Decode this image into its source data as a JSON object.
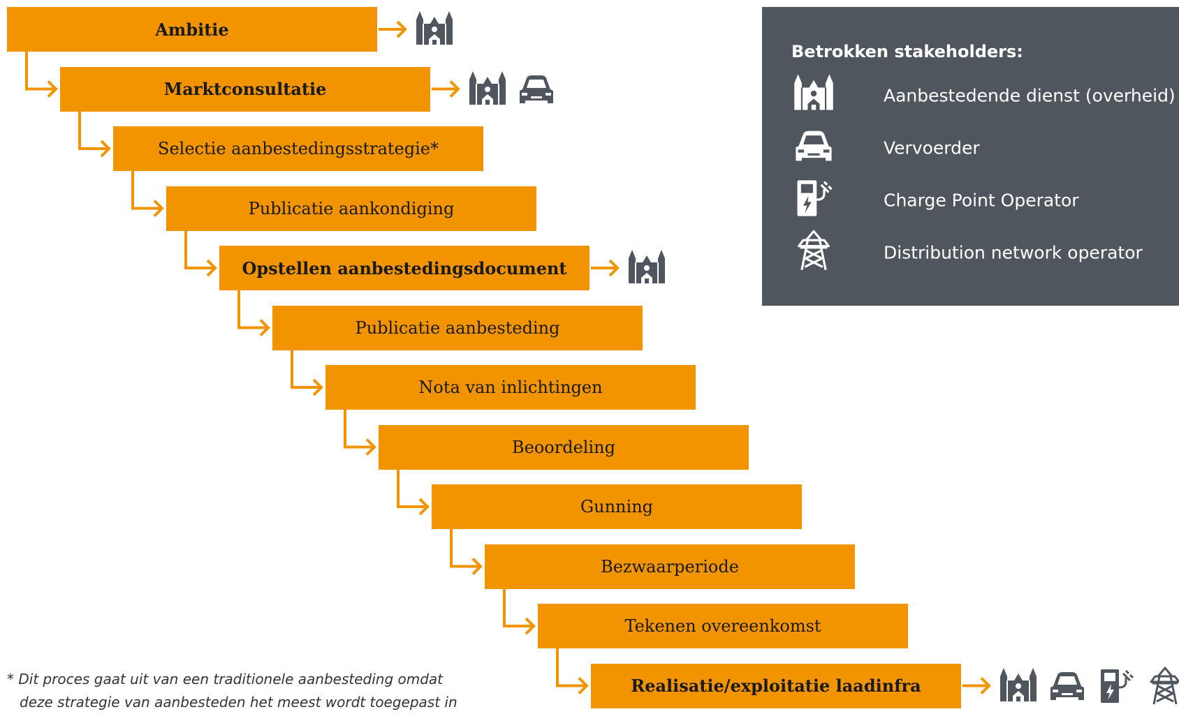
{
  "steps": [
    {
      "label": "Ambitie",
      "bold": true,
      "stakeholders": [
        "municipality"
      ]
    },
    {
      "label": "Marktconsultatie",
      "bold": true,
      "stakeholders": [
        "municipality",
        "car"
      ]
    },
    {
      "label": "Selectie aanbestedingsstrategie*",
      "bold": false,
      "stakeholders": []
    },
    {
      "label": "Publicatie aankondiging",
      "bold": false,
      "stakeholders": []
    },
    {
      "label": "Opstellen aanbestedingsdocument",
      "bold": true,
      "stakeholders": [
        "municipality"
      ]
    },
    {
      "label": "Publicatie aanbesteding",
      "bold": false,
      "stakeholders": []
    },
    {
      "label": "Nota van inlichtingen",
      "bold": false,
      "stakeholders": []
    },
    {
      "label": "Beoordeling",
      "bold": false,
      "stakeholders": []
    },
    {
      "label": "Gunning",
      "bold": false,
      "stakeholders": []
    },
    {
      "label": "Bezwaarperiode",
      "bold": false,
      "stakeholders": []
    },
    {
      "label": "Tekenen overeenkomst",
      "bold": false,
      "stakeholders": []
    },
    {
      "label": "Realisatie/exploitatie laadinfra",
      "bold": true,
      "stakeholders": [
        "municipality",
        "car",
        "charger",
        "pylon"
      ]
    }
  ],
  "legend": {
    "title": "Betrokken stakeholders:",
    "items": [
      {
        "icon": "municipality-icon",
        "label": "Aanbestedende dienst (overheid)"
      },
      {
        "icon": "car-icon",
        "label": "Vervoerder"
      },
      {
        "icon": "charger-icon",
        "label": "Charge Point Operator"
      },
      {
        "icon": "pylon-icon",
        "label": "Distribution network operator"
      }
    ]
  },
  "footnote": {
    "line1": "* Dit proces gaat uit van een traditionele aanbesteding omdat",
    "line2": "deze strategie van aanbesteden het meest wordt toegepast in"
  },
  "colors": {
    "step_fill": "#f29400",
    "connector": "#f29400",
    "panel_bg": "#4f565e",
    "icon_dark": "#4f565e",
    "icon_light": "#ffffff"
  }
}
